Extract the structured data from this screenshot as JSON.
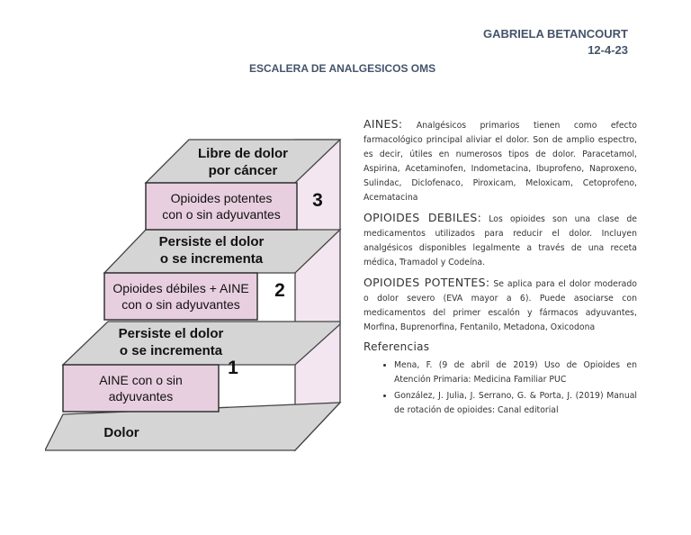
{
  "header": {
    "author": "GABRIELA BETANCOURT",
    "date": "12-4-23",
    "title": "ESCALERA DE ANALGESICOS OMS"
  },
  "ladder": {
    "base": "Dolor",
    "step1": {
      "box_line1": "AINE con o sin",
      "box_line2": "adyuvantes",
      "number": "1"
    },
    "riser1": {
      "line1": "Persiste el dolor",
      "line2": "o se incrementa"
    },
    "step2": {
      "box_line1": "Opioides débiles + AINE",
      "box_line2": "con o sin adyuvantes",
      "number": "2"
    },
    "riser2": {
      "line1": "Persiste el dolor",
      "line2": "o se incrementa"
    },
    "step3": {
      "box_line1": "Opioides potentes",
      "box_line2": "con o sin adyuvantes",
      "number": "3"
    },
    "top": {
      "line1": "Libre de dolor",
      "line2": "por cáncer"
    },
    "colors": {
      "box_fill": "#e8cfe0",
      "face_fill": "#d5d5d5",
      "side_fill": "#f3e6f0"
    }
  },
  "sections": {
    "aines": {
      "title": "AINES:",
      "text": "Analgésicos primarios tienen como efecto farmacológico principal aliviar el dolor. Son de amplio espectro, es decir, útiles en numerosos tipos de dolor. Paracetamol, Aspirina, Acetaminofen, Indometacina, Ibuprofeno, Naproxeno, Sulindac, Diclofenaco, Piroxicam, Meloxicam, Cetoprofeno, Acematacina"
    },
    "opioides_debiles": {
      "title": "OPIOIDES DEBILES:",
      "text": "Los opioides son una clase de medicamentos utilizados para reducir el dolor. Incluyen analgésicos disponibles legalmente a través de una receta médica, Tramadol y Codeína."
    },
    "opioides_potentes": {
      "title": "OPIOIDES POTENTES:",
      "text": "Se aplica para el dolor moderado o dolor severo (EVA mayor a 6). Puede asociarse con medicamentos del primer escalón y fármacos adyuvantes, Morfina, Buprenorfina, Fentanilo, Metadona, Oxicodona"
    }
  },
  "references": {
    "title": "Referencias",
    "items": [
      "Mena, F. (9 de abril de 2019) Uso de Opioides en Atención Primaria: Medicina Familiar PUC",
      "González, J. Julia, J. Serrano, G. & Porta, J. (2019) Manual de rotación de opioides: Canal editorial"
    ]
  }
}
